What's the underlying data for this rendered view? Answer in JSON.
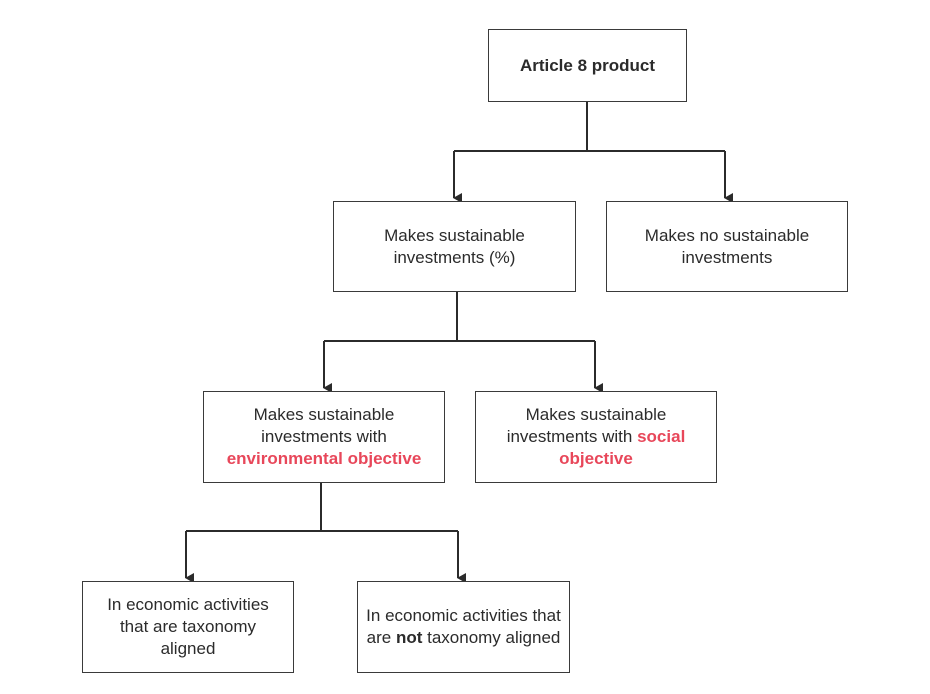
{
  "nodes": {
    "root": {
      "label": "Article 8 product"
    },
    "makes_sustainable": {
      "label": "Makes sustainable investments (%)"
    },
    "no_sustainable": {
      "label": "Makes no sustainable investments"
    },
    "environmental": {
      "prefix": "Makes sustainable investments with",
      "highlight": "environmental objective"
    },
    "social": {
      "prefix": "Makes sustainable investments with",
      "highlight": "social objective"
    },
    "taxonomy_aligned": {
      "label": "In economic activities that are taxonomy aligned"
    },
    "not_taxonomy_aligned": {
      "prefix": "In economic activities that are",
      "emphasis": "not",
      "suffix": "taxonomy aligned"
    }
  },
  "colors": {
    "highlight": "#e8475a",
    "line": "#2b2b2b",
    "text": "#2b2b2b"
  }
}
